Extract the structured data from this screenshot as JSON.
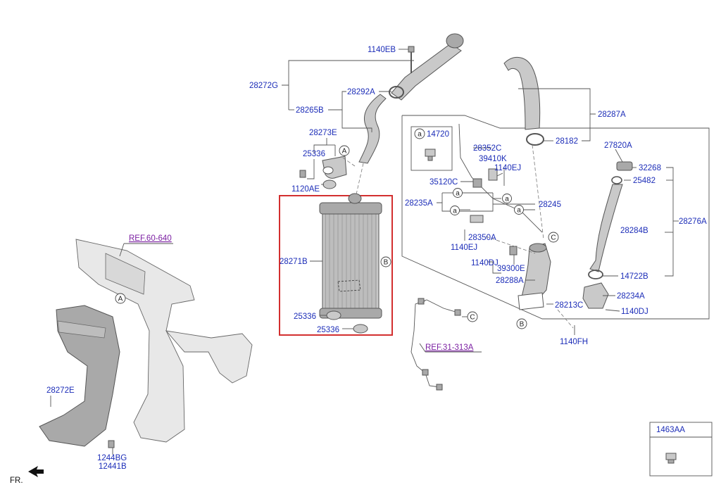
{
  "labels": {
    "p1140EB": "1140EB",
    "p28272G": "28272G",
    "p28292A": "28292A",
    "p28265B": "28265B",
    "p28273E": "28273E",
    "p25336a": "25336",
    "p1120AE": "1120AE",
    "p28271B": "28271B",
    "p25336b": "25336",
    "p25336c": "25336",
    "p28287A": "28287A",
    "p28182": "28182",
    "p14720": "14720",
    "p28352C": "28352C",
    "p39410K": "39410K",
    "p1140EJa": "1140EJ",
    "p35120C": "35120C",
    "p28235A": "28235A",
    "p28245": "28245",
    "p28350A": "28350A",
    "p1140EJb": "1140EJ",
    "p1140DJa": "1140DJ",
    "p39300E": "39300E",
    "p28288A": "28288A",
    "p28213C": "28213C",
    "p1140FH": "1140FH",
    "p27820A": "27820A",
    "p32268": "32268",
    "p25482": "25482",
    "p28276A": "28276A",
    "p28284B": "28284B",
    "p14722B": "14722B",
    "p28234A": "28234A",
    "p1140DJb": "1140DJ",
    "p28272E": "28272E",
    "p1244BG": "1244BG",
    "p12441B": "12441B",
    "p1463AA": "1463AA",
    "ref1": "REF.60-640",
    "ref2": "REF.31-313A",
    "fr": "FR."
  },
  "markers": {
    "A": "A",
    "B": "B",
    "C": "C",
    "a": "a"
  },
  "colors": {
    "label": "#1c2db8",
    "reference": "#7b1fa2",
    "highlight": "#d32f2f"
  }
}
